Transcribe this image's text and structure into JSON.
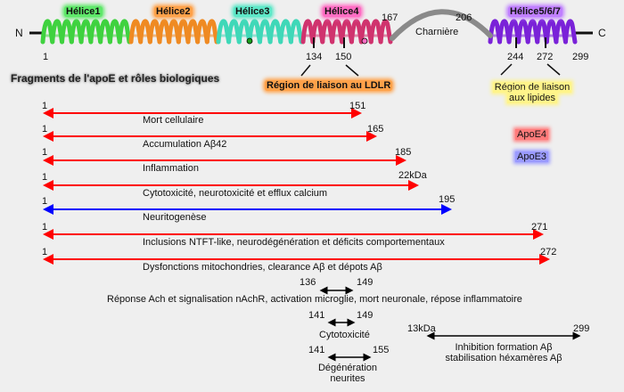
{
  "protein": {
    "n_label": "N",
    "c_label": "C",
    "helices": [
      {
        "name": "Hélice1",
        "color": "#3fd23f",
        "glow": "green"
      },
      {
        "name": "Hélice2",
        "color": "#ef8a22",
        "glow": "orange"
      },
      {
        "name": "Hélice3",
        "color": "#3fd8b8",
        "glow": "teal"
      },
      {
        "name": "Hélice4",
        "color": "#d0336e",
        "glow": "pink"
      },
      {
        "name": "Hélice5/6/7",
        "color": "#7a22d8",
        "glow": "purple"
      }
    ],
    "hinge_label": "Charnière",
    "positions": {
      "start": "1",
      "p134": "134",
      "p150": "150",
      "p167": "167",
      "p206": "206",
      "p244": "244",
      "p272": "272",
      "p299": "299"
    },
    "ldlr_region": "Région de liaison au LDLR",
    "lipid_region_line1": "Région de liaison",
    "lipid_region_line2": "aux lipides"
  },
  "section_title": "Fragments de l'apoE et rôles biologiques",
  "legend": [
    {
      "label": "ApoE4",
      "color": "#ff0000"
    },
    {
      "label": "ApoE3",
      "color": "#0000ff"
    }
  ],
  "fragments": [
    {
      "start": "1",
      "end": "151",
      "isoform": "ApoE4",
      "role": "Mort cellulaire"
    },
    {
      "start": "1",
      "end": "165",
      "isoform": "ApoE4",
      "role": "Accumulation Aβ42"
    },
    {
      "start": "1",
      "end": "185",
      "isoform": "ApoE4",
      "role": "Inflammation"
    },
    {
      "start": "1",
      "end": "22kDa",
      "isoform": "ApoE4",
      "role": "Cytotoxicité, neurotoxicité et efflux calcium"
    },
    {
      "start": "1",
      "end": "195",
      "isoform": "ApoE3",
      "role": "Neuritogenèse"
    },
    {
      "start": "1",
      "end": "271",
      "isoform": "ApoE4",
      "role": "Inclusions NTFT-like, neurodégénération et déficits comportementaux"
    },
    {
      "start": "1",
      "end": "272",
      "isoform": "ApoE4",
      "role": "Dysfonctions mitochondries, clearance Aβ et dépots Aβ"
    }
  ],
  "peptides": [
    {
      "start": "136",
      "end": "149",
      "role": "Réponse Ach et signalisation nAchR, activation microglie, mort neuronale, répose inflammatoire"
    },
    {
      "start": "141",
      "end": "149",
      "role": "Cytotoxicité"
    },
    {
      "start": "141",
      "end": "155",
      "role_line1": "Dégénération",
      "role_line2": "neurites"
    },
    {
      "start": "13kDa",
      "end": "299",
      "role_line1": "Inhibition formation Aβ",
      "role_line2": "stabilisation héxamères Aβ"
    }
  ]
}
